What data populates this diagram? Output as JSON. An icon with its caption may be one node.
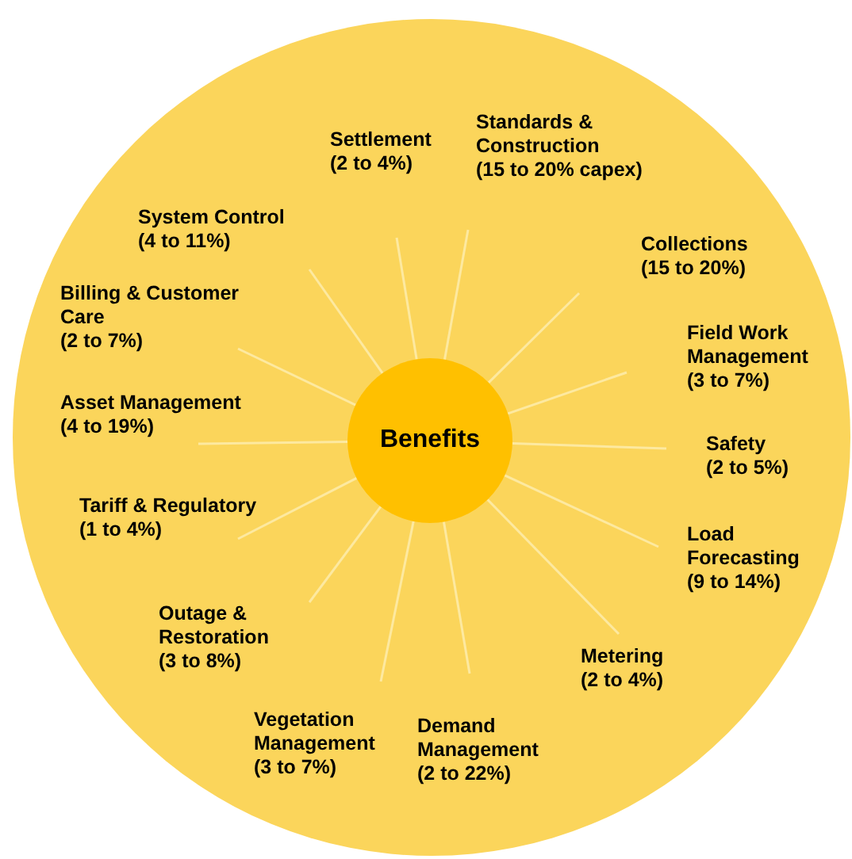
{
  "diagram": {
    "nodes": [
      {
        "text": [],
        "shape": "circle"
      },
      {
        "text": [
          "Benefits"
        ],
        "in": 0
      },
      {
        "text": [
          "Settlement",
          "(2 to 4%)"
        ],
        "in": 0
      },
      {
        "text": [
          "Standards & Construction",
          "(15 to 20% capex)"
        ],
        "in": 0
      },
      {
        "text": [
          "Collections",
          "(15 to 20%)"
        ],
        "in": 0
      },
      {
        "text": [
          "Field Work Management",
          "(3 to 7%)"
        ],
        "in": 0
      },
      {
        "text": [
          "Safety",
          "(2 to 5%)"
        ],
        "in": 0
      },
      {
        "text": [
          "Load Forecasting",
          "(9 to 14%)"
        ],
        "in": 0
      },
      {
        "text": [
          "Metering",
          "(2 to 4%)"
        ],
        "in": 0
      },
      {
        "text": [
          "Demand Management",
          "(2 to 22%)"
        ],
        "in": 0
      },
      {
        "text": [
          "Vegetation Management",
          "(3 to 7%)"
        ],
        "in": 0
      },
      {
        "text": [
          "Outage & Restoration",
          "(3 to 8%)"
        ],
        "in": 0
      },
      {
        "text": [
          "Tariff & Regulatory",
          "(1 to 4%)"
        ],
        "in": 0
      },
      {
        "text": [
          "Asset Management",
          "(4 to 19%)"
        ],
        "in": 0
      },
      {
        "text": [
          "Billing & Customer Care",
          "(2 to 7%)"
        ],
        "in": 0
      },
      {
        "text": [
          "System Control",
          "(4 to 11%)"
        ],
        "in": 0
      }
    ],
    "edges": [
      {
        "from": 1,
        "to": 2,
        "arrow": "none"
      },
      {
        "from": 1,
        "to": 3,
        "arrow": "none"
      },
      {
        "from": 1,
        "to": 4,
        "arrow": "none"
      },
      {
        "from": 1,
        "to": 5,
        "arrow": "none"
      },
      {
        "from": 1,
        "to": 6,
        "arrow": "none"
      },
      {
        "from": 1,
        "to": 7,
        "arrow": "none"
      },
      {
        "from": 1,
        "to": 8,
        "arrow": "none"
      },
      {
        "from": 1,
        "to": 9,
        "arrow": "none"
      },
      {
        "from": 1,
        "to": 10,
        "arrow": "none"
      },
      {
        "from": 1,
        "to": 11,
        "arrow": "none"
      },
      {
        "from": 1,
        "to": 12,
        "arrow": "none"
      },
      {
        "from": 1,
        "to": 13,
        "arrow": "none"
      },
      {
        "from": 1,
        "to": 14,
        "arrow": "none"
      },
      {
        "from": 1,
        "to": 15,
        "arrow": "none"
      }
    ]
  }
}
